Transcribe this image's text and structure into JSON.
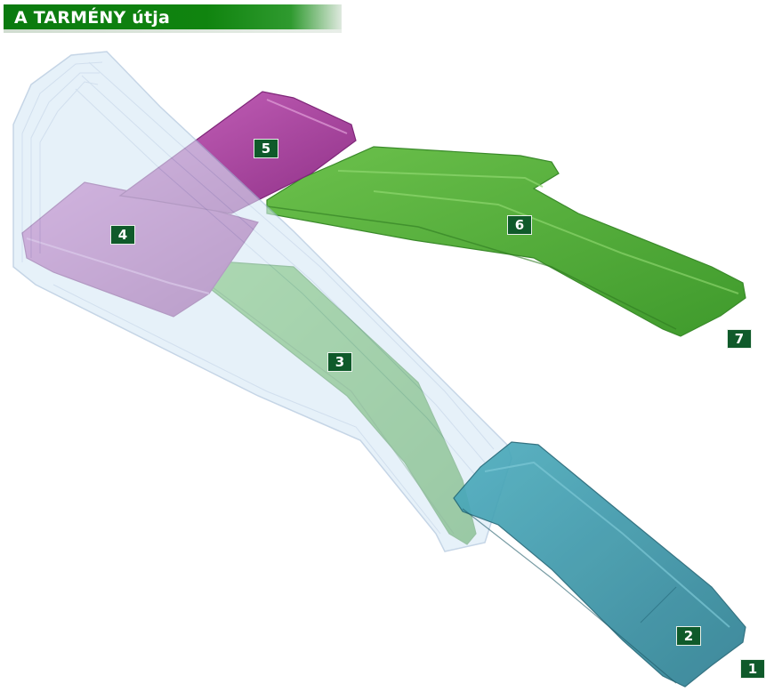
{
  "header": {
    "title": "A TARMÉNY útja"
  },
  "markers": [
    {
      "id": "1",
      "label": "1"
    },
    {
      "id": "2",
      "label": "2"
    },
    {
      "id": "3",
      "label": "3"
    },
    {
      "id": "4",
      "label": "4"
    },
    {
      "id": "5",
      "label": "5"
    },
    {
      "id": "6",
      "label": "6"
    },
    {
      "id": "7",
      "label": "7"
    }
  ],
  "colors": {
    "header_green": "#10840f",
    "marker_bg": "#0f5a2a",
    "teal_channel": "#3d98a8",
    "green_channel": "#5ab33e",
    "magenta_channel": "#b24aa8",
    "transparent_channel": "#cfe2f2"
  }
}
